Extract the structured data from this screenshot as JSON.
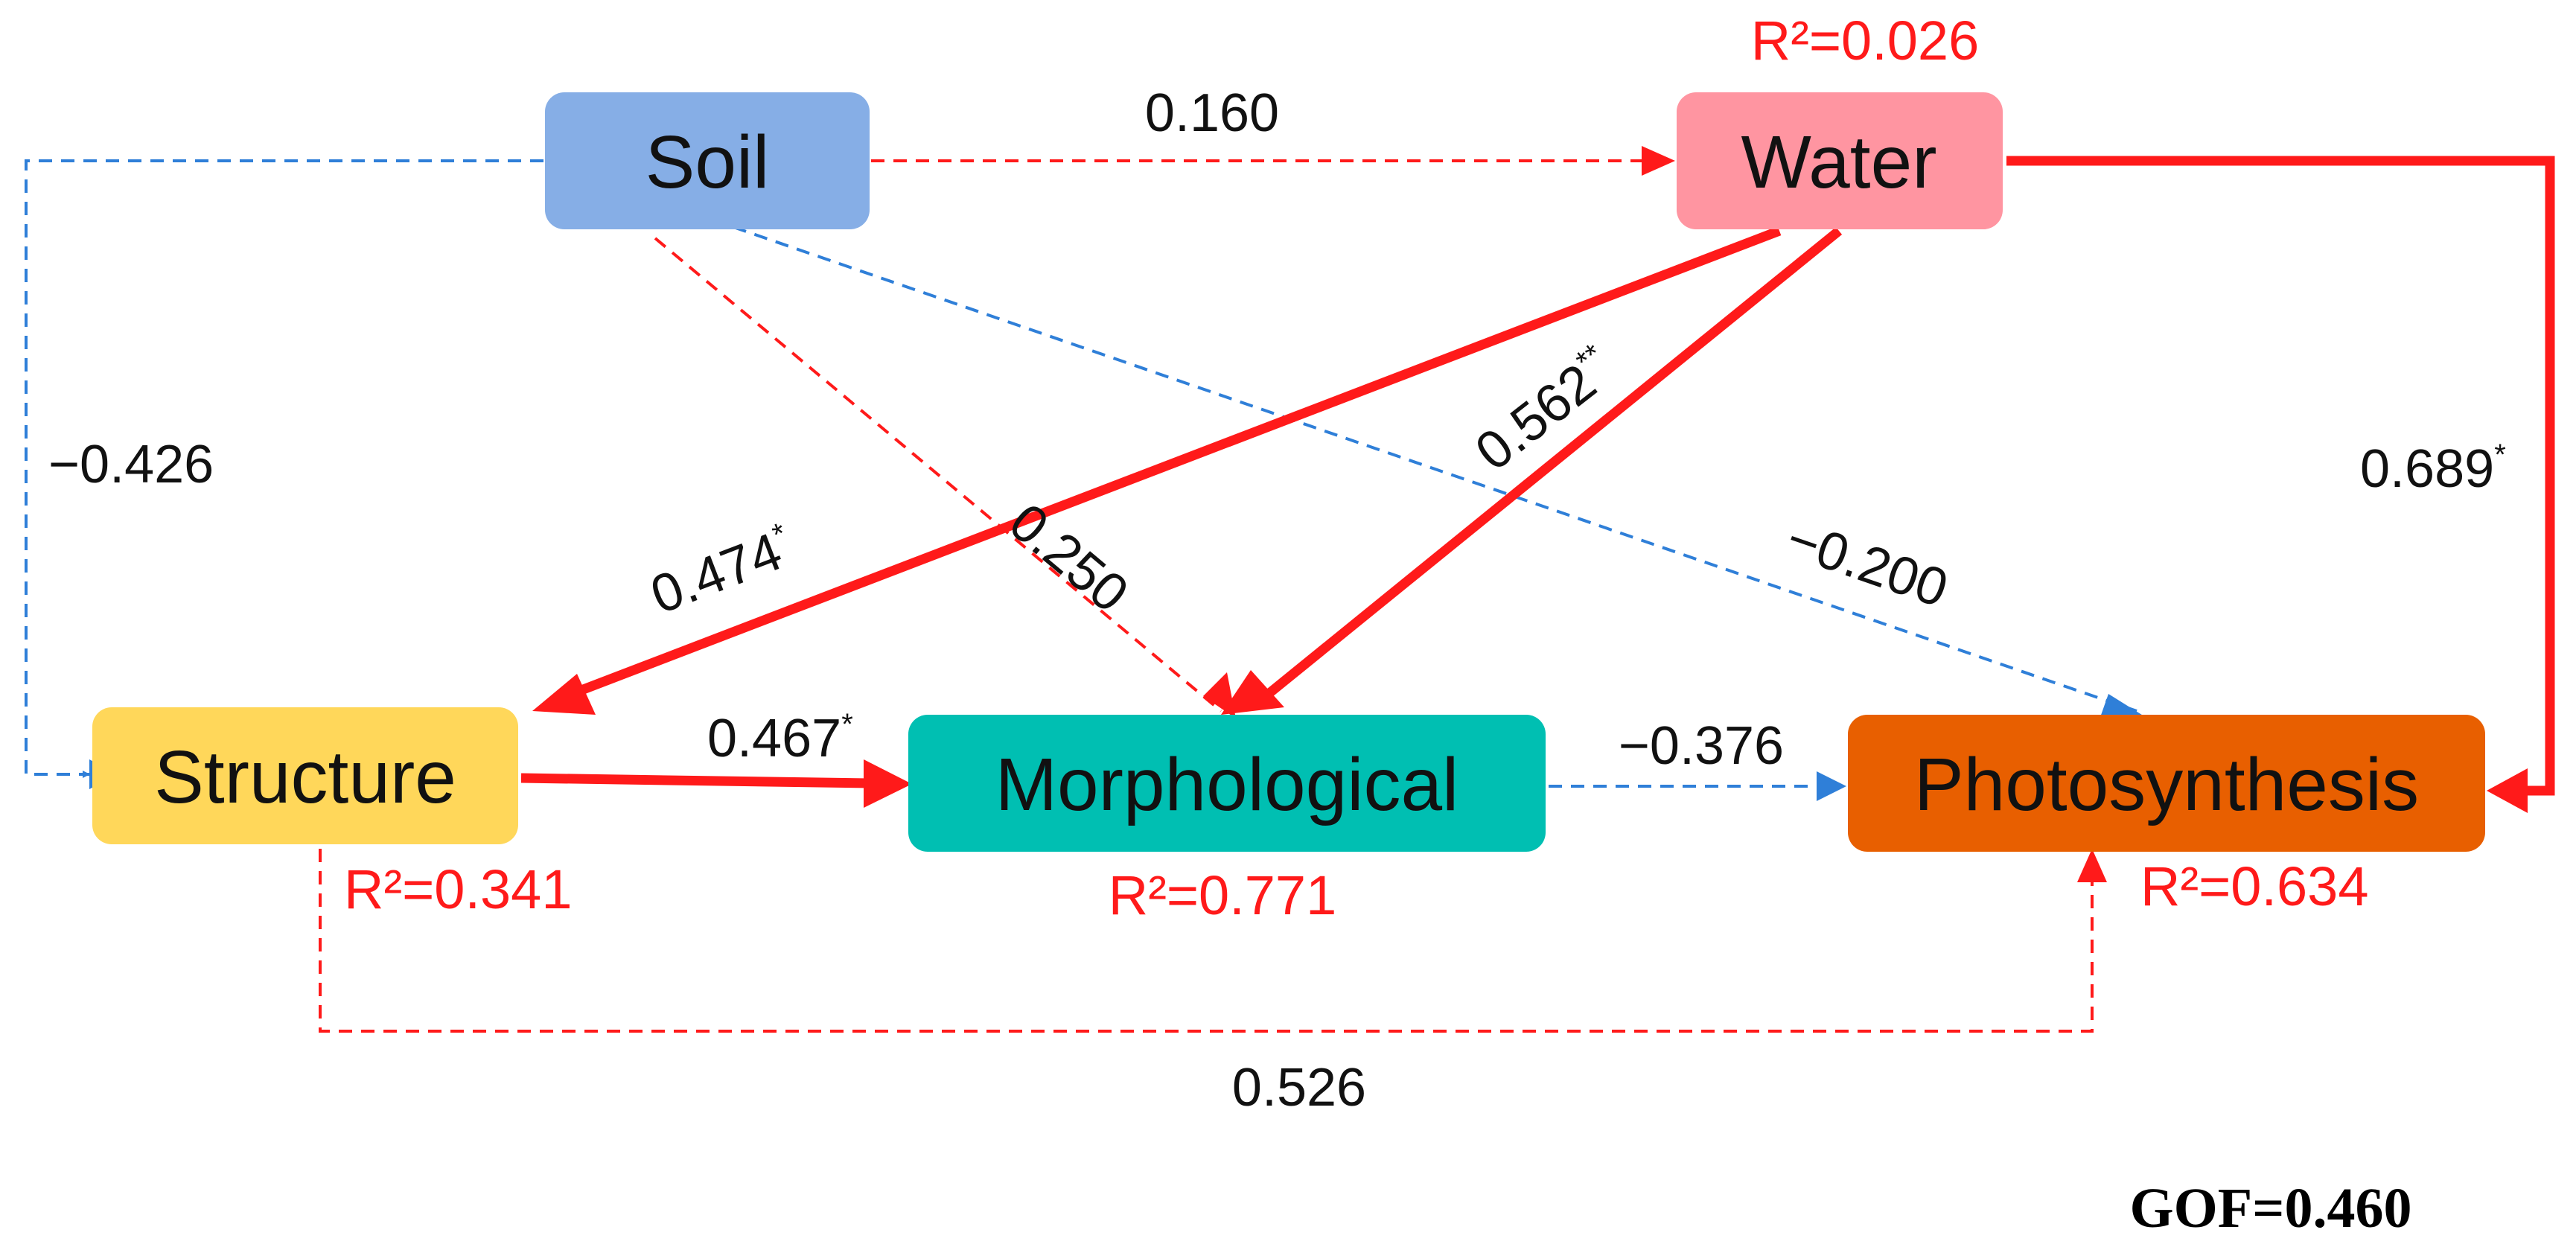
{
  "nodes": {
    "soil": {
      "label": "Soil",
      "color": "#86aee6"
    },
    "water": {
      "label": "Water",
      "color": "#ff95a1",
      "r2": "R²=0.026"
    },
    "structure": {
      "label": "Structure",
      "color": "#ffd75a",
      "r2": "R²=0.341"
    },
    "morphological": {
      "label": "Morphological",
      "color": "#00bfb2",
      "r2": "R²=0.771"
    },
    "photosynthesis": {
      "label": "Photosynthesis",
      "color": "#e85f00",
      "r2": "R²=0.634"
    }
  },
  "paths": {
    "soil_water": {
      "value": "0.160",
      "sig": ""
    },
    "soil_structure": {
      "value": "−0.426",
      "sig": ""
    },
    "soil_morphological": {
      "value": "0.250",
      "sig": ""
    },
    "soil_photosynthesis": {
      "value": "−0.200",
      "sig": ""
    },
    "water_structure": {
      "value": "0.474",
      "sig": "*"
    },
    "water_morphological": {
      "value": "0.562",
      "sig": "**"
    },
    "water_photosynthesis": {
      "value": "0.689",
      "sig": "*"
    },
    "structure_morphological": {
      "value": "0.467",
      "sig": "*"
    },
    "morphological_photosynthesis": {
      "value": "−0.376",
      "sig": ""
    },
    "structure_photosynthesis": {
      "value": "0.526",
      "sig": ""
    }
  },
  "colors": {
    "positive": "#ff1a1a",
    "negative": "#2f7fd8",
    "r2_text": "#ff1a1a"
  },
  "gof": "GOF=0.460"
}
